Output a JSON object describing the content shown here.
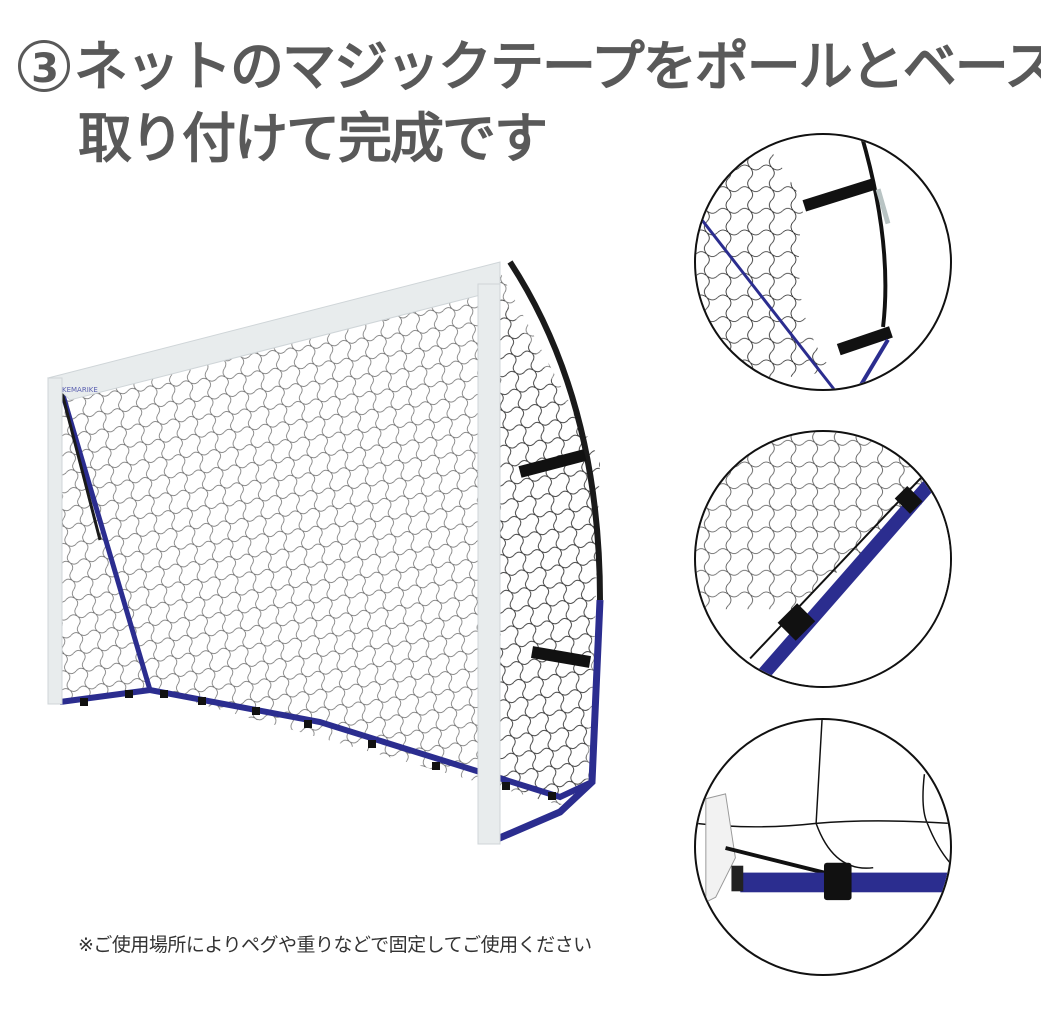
{
  "title": {
    "step_number": "3",
    "line1": "ネットのマジックテープをポールとベースに",
    "line2": "取り付けて完成です"
  },
  "goal_image": {
    "alt": "soccer-goal-assembled",
    "brand_label": "KEMARIKE",
    "colors": {
      "frame": "#e8eced",
      "base_pole": "#2b2d8f",
      "flex_pole": "#1a1a1a",
      "net": "#222222"
    }
  },
  "insets": [
    {
      "alt": "detail-net-velcro-on-side-pole"
    },
    {
      "alt": "detail-net-velcro-on-base-pole"
    },
    {
      "alt": "detail-net-velcro-on-base-corner"
    }
  ],
  "note": "※ご使用場所によりペグや重りなどで固定してご使用ください"
}
